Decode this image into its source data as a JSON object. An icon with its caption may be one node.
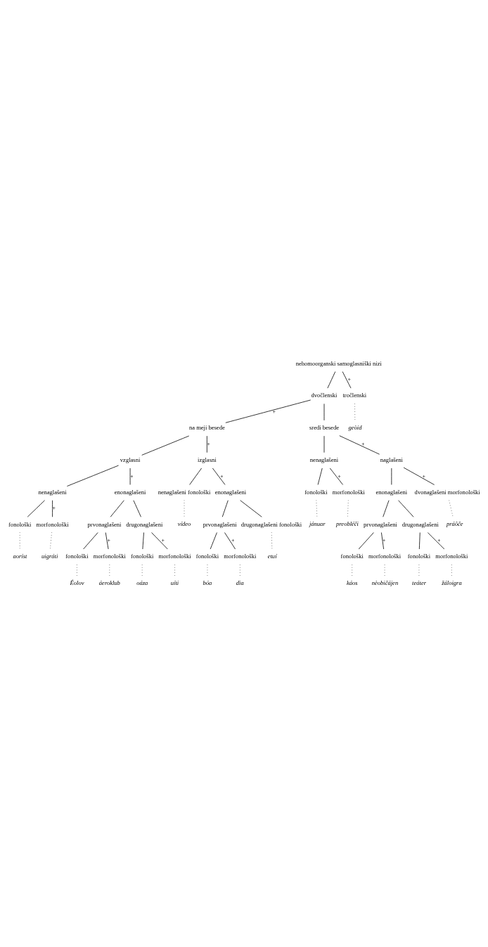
{
  "diagram": {
    "nodes": [
      {
        "text": [
          "nehomoorganski samoglasniški nizi"
        ]
      },
      {
        "text": [
          "dvočlenski"
        ]
      },
      {
        "text": [
          "na meji besede"
        ]
      },
      {
        "text": [
          "vzglasni"
        ]
      },
      {
        "text": [
          "nenaglašeni"
        ]
      },
      {
        "text": [
          "fonološki"
        ]
      },
      {
        "text": [
          "aoríst"
        ]
      },
      {
        "text": [
          "morfonološki"
        ]
      },
      {
        "text": [
          "uigráti"
        ]
      },
      {
        "text": [
          "enonaglašeni"
        ]
      },
      {
        "text": [
          "prvonaglašeni"
        ]
      },
      {
        "text": [
          "fonološki"
        ]
      },
      {
        "text": [
          "Éolov"
        ]
      },
      {
        "text": [
          "morfonološki"
        ]
      },
      {
        "text": [
          "áeroklub"
        ]
      },
      {
        "text": [
          "drugonaglašeni"
        ]
      },
      {
        "text": [
          "fonološki"
        ]
      },
      {
        "text": [
          "oáza"
        ]
      },
      {
        "text": [
          "morfonološki"
        ]
      },
      {
        "text": [
          "uíti"
        ]
      },
      {
        "text": [
          "izglasni"
        ]
      },
      {
        "text": [
          "nenaglašeni fonološki"
        ]
      },
      {
        "text": [
          "vídeo"
        ]
      },
      {
        "text": [
          "enonaglašeni"
        ]
      },
      {
        "text": [
          "prvonaglašeni"
        ]
      },
      {
        "text": [
          "fonološki"
        ]
      },
      {
        "text": [
          "bóa"
        ]
      },
      {
        "text": [
          "morfonološki"
        ]
      },
      {
        "text": [
          "dìa"
        ]
      },
      {
        "text": [
          "drugonaglašeni fonološki"
        ]
      },
      {
        "text": [
          "etuí"
        ]
      },
      {
        "text": [
          "sredi besede"
        ]
      },
      {
        "text": [
          "nenaglašeni"
        ]
      },
      {
        "text": [
          "fonološki"
        ]
      },
      {
        "text": [
          "jánuar"
        ]
      },
      {
        "text": [
          "morfonološki"
        ]
      },
      {
        "text": [
          "preobléči"
        ]
      },
      {
        "text": [
          "naglašeni"
        ]
      },
      {
        "text": [
          "enonaglašeni"
        ]
      },
      {
        "text": [
          "prvonaglašeni"
        ]
      },
      {
        "text": [
          "fonološki"
        ]
      },
      {
        "text": [
          "káos"
        ]
      },
      {
        "text": [
          "morfonološki"
        ]
      },
      {
        "text": [
          "nèobičájen"
        ]
      },
      {
        "text": [
          "drugonaglašeni"
        ]
      },
      {
        "text": [
          "fonološki"
        ]
      },
      {
        "text": [
          "teáter"
        ]
      },
      {
        "text": [
          "morfonološki"
        ]
      },
      {
        "text": [
          "žáloigra"
        ]
      },
      {
        "text": [
          "dvonaglašeni morfonološki"
        ]
      },
      {
        "text": [
          "práôče"
        ]
      },
      {
        "text": [
          "tročlenski"
        ]
      },
      {
        "text": [
          "geòid"
        ]
      }
    ],
    "edges": [
      {
        "from": 0,
        "to": 1,
        "arrow": "none"
      },
      {
        "from": 0,
        "to": 51,
        "arrow": "none",
        "label": "+"
      },
      {
        "from": 51,
        "to": 52,
        "arrow": "none",
        "style": "dashed"
      },
      {
        "from": 1,
        "to": 2,
        "arrow": "none",
        "label": "+"
      },
      {
        "from": 1,
        "to": 31,
        "arrow": "none"
      },
      {
        "from": 2,
        "to": 3,
        "arrow": "none"
      },
      {
        "from": 2,
        "to": 20,
        "arrow": "none",
        "label": "+"
      },
      {
        "from": 3,
        "to": 4,
        "arrow": "none"
      },
      {
        "from": 3,
        "to": 9,
        "arrow": "none",
        "label": "+"
      },
      {
        "from": 4,
        "to": 5,
        "arrow": "none"
      },
      {
        "from": 4,
        "to": 7,
        "arrow": "none",
        "label": "+"
      },
      {
        "from": 5,
        "to": 6,
        "arrow": "none",
        "style": "dashed"
      },
      {
        "from": 7,
        "to": 8,
        "arrow": "none",
        "style": "dashed"
      },
      {
        "from": 9,
        "to": 10,
        "arrow": "none"
      },
      {
        "from": 9,
        "to": 15,
        "arrow": "none"
      },
      {
        "from": 10,
        "to": 11,
        "arrow": "none"
      },
      {
        "from": 10,
        "to": 13,
        "arrow": "none",
        "label": "+"
      },
      {
        "from": 11,
        "to": 12,
        "arrow": "none",
        "style": "dashed"
      },
      {
        "from": 13,
        "to": 14,
        "arrow": "none",
        "style": "dashed"
      },
      {
        "from": 15,
        "to": 16,
        "arrow": "none"
      },
      {
        "from": 15,
        "to": 18,
        "arrow": "none",
        "label": "+"
      },
      {
        "from": 16,
        "to": 17,
        "arrow": "none",
        "style": "dashed"
      },
      {
        "from": 18,
        "to": 19,
        "arrow": "none",
        "style": "dashed"
      },
      {
        "from": 20,
        "to": 21,
        "arrow": "none"
      },
      {
        "from": 20,
        "to": 23,
        "arrow": "none",
        "label": "+"
      },
      {
        "from": 21,
        "to": 22,
        "arrow": "none",
        "style": "dashed"
      },
      {
        "from": 23,
        "to": 24,
        "arrow": "none"
      },
      {
        "from": 23,
        "to": 29,
        "arrow": "none"
      },
      {
        "from": 24,
        "to": 25,
        "arrow": "none"
      },
      {
        "from": 24,
        "to": 27,
        "arrow": "none",
        "label": "+"
      },
      {
        "from": 25,
        "to": 26,
        "arrow": "none",
        "style": "dashed"
      },
      {
        "from": 27,
        "to": 28,
        "arrow": "none",
        "style": "dashed"
      },
      {
        "from": 29,
        "to": 30,
        "arrow": "none",
        "style": "dashed"
      },
      {
        "from": 31,
        "to": 32,
        "arrow": "none"
      },
      {
        "from": 31,
        "to": 37,
        "arrow": "none",
        "label": "+"
      },
      {
        "from": 32,
        "to": 33,
        "arrow": "none"
      },
      {
        "from": 32,
        "to": 35,
        "arrow": "none",
        "label": "+"
      },
      {
        "from": 33,
        "to": 34,
        "arrow": "none",
        "style": "dashed"
      },
      {
        "from": 35,
        "to": 36,
        "arrow": "none",
        "style": "dashed"
      },
      {
        "from": 37,
        "to": 38,
        "arrow": "none"
      },
      {
        "from": 37,
        "to": 49,
        "arrow": "none",
        "label": "+"
      },
      {
        "from": 38,
        "to": 39,
        "arrow": "none"
      },
      {
        "from": 38,
        "to": 44,
        "arrow": "none"
      },
      {
        "from": 39,
        "to": 40,
        "arrow": "none"
      },
      {
        "from": 39,
        "to": 42,
        "arrow": "none",
        "label": "+"
      },
      {
        "from": 40,
        "to": 41,
        "arrow": "none",
        "style": "dashed"
      },
      {
        "from": 42,
        "to": 43,
        "arrow": "none",
        "style": "dashed"
      },
      {
        "from": 44,
        "to": 45,
        "arrow": "none"
      },
      {
        "from": 44,
        "to": 47,
        "arrow": "none",
        "label": "+"
      },
      {
        "from": 45,
        "to": 46,
        "arrow": "none",
        "style": "dashed"
      },
      {
        "from": 47,
        "to": 48,
        "arrow": "none",
        "style": "dashed"
      },
      {
        "from": 49,
        "to": 50,
        "arrow": "none",
        "style": "dashed"
      }
    ]
  }
}
